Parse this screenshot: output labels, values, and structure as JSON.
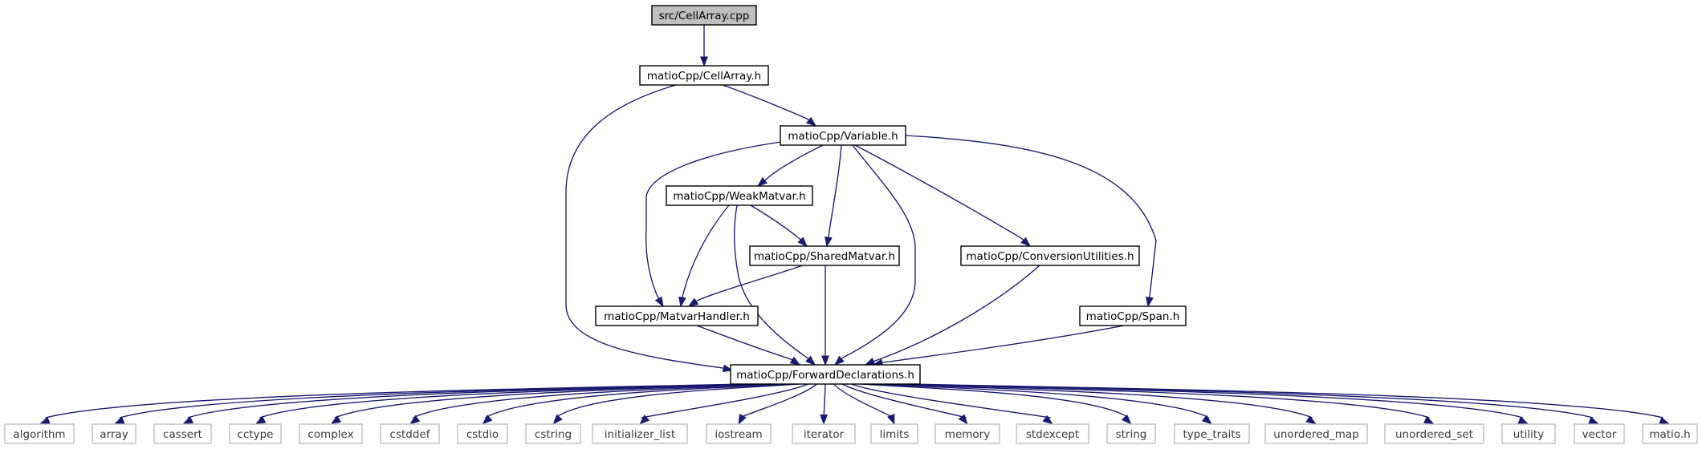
{
  "graph": {
    "colors": {
      "edge": "#191970",
      "root_fill": "#bfbfbf",
      "internal_border": "#000000",
      "external_border": "#bfbfbf",
      "external_text": "#3c3c3c"
    },
    "nodes": [
      {
        "id": "root",
        "label": "src/CellArray.cpp",
        "kind": "root"
      },
      {
        "id": "cellarray_h",
        "label": "matioCpp/CellArray.h",
        "kind": "internal"
      },
      {
        "id": "variable_h",
        "label": "matioCpp/Variable.h",
        "kind": "internal"
      },
      {
        "id": "weakmatvar_h",
        "label": "matioCpp/WeakMatvar.h",
        "kind": "internal"
      },
      {
        "id": "sharedmatvar_h",
        "label": "matioCpp/SharedMatvar.h",
        "kind": "internal"
      },
      {
        "id": "conversion_h",
        "label": "matioCpp/ConversionUtilities.h",
        "kind": "internal"
      },
      {
        "id": "matvarhandler_h",
        "label": "matioCpp/MatvarHandler.h",
        "kind": "internal"
      },
      {
        "id": "span_h",
        "label": "matioCpp/Span.h",
        "kind": "internal"
      },
      {
        "id": "forward_h",
        "label": "matioCpp/ForwardDeclarations.h",
        "kind": "internal"
      },
      {
        "id": "algorithm",
        "label": "algorithm",
        "kind": "external"
      },
      {
        "id": "array",
        "label": "array",
        "kind": "external"
      },
      {
        "id": "cassert",
        "label": "cassert",
        "kind": "external"
      },
      {
        "id": "cctype",
        "label": "cctype",
        "kind": "external"
      },
      {
        "id": "complex",
        "label": "complex",
        "kind": "external"
      },
      {
        "id": "cstddef",
        "label": "cstddef",
        "kind": "external"
      },
      {
        "id": "cstdio",
        "label": "cstdio",
        "kind": "external"
      },
      {
        "id": "cstring",
        "label": "cstring",
        "kind": "external"
      },
      {
        "id": "initializer_list",
        "label": "initializer_list",
        "kind": "external"
      },
      {
        "id": "iostream",
        "label": "iostream",
        "kind": "external"
      },
      {
        "id": "iterator",
        "label": "iterator",
        "kind": "external"
      },
      {
        "id": "limits",
        "label": "limits",
        "kind": "external"
      },
      {
        "id": "memory",
        "label": "memory",
        "kind": "external"
      },
      {
        "id": "stdexcept",
        "label": "stdexcept",
        "kind": "external"
      },
      {
        "id": "string",
        "label": "string",
        "kind": "external"
      },
      {
        "id": "type_traits",
        "label": "type_traits",
        "kind": "external"
      },
      {
        "id": "unordered_map",
        "label": "unordered_map",
        "kind": "external"
      },
      {
        "id": "unordered_set",
        "label": "unordered_set",
        "kind": "external"
      },
      {
        "id": "utility",
        "label": "utility",
        "kind": "external"
      },
      {
        "id": "vector",
        "label": "vector",
        "kind": "external"
      },
      {
        "id": "matio_h",
        "label": "matio.h",
        "kind": "external"
      }
    ],
    "edges": [
      {
        "from": "root",
        "to": "cellarray_h"
      },
      {
        "from": "cellarray_h",
        "to": "variable_h"
      },
      {
        "from": "cellarray_h",
        "to": "forward_h"
      },
      {
        "from": "variable_h",
        "to": "weakmatvar_h"
      },
      {
        "from": "variable_h",
        "to": "sharedmatvar_h"
      },
      {
        "from": "variable_h",
        "to": "conversion_h"
      },
      {
        "from": "variable_h",
        "to": "matvarhandler_h"
      },
      {
        "from": "variable_h",
        "to": "span_h"
      },
      {
        "from": "variable_h",
        "to": "forward_h"
      },
      {
        "from": "weakmatvar_h",
        "to": "sharedmatvar_h"
      },
      {
        "from": "weakmatvar_h",
        "to": "matvarhandler_h"
      },
      {
        "from": "weakmatvar_h",
        "to": "forward_h"
      },
      {
        "from": "sharedmatvar_h",
        "to": "matvarhandler_h"
      },
      {
        "from": "sharedmatvar_h",
        "to": "forward_h"
      },
      {
        "from": "conversion_h",
        "to": "forward_h"
      },
      {
        "from": "matvarhandler_h",
        "to": "forward_h"
      },
      {
        "from": "span_h",
        "to": "forward_h"
      },
      {
        "from": "forward_h",
        "to": "algorithm"
      },
      {
        "from": "forward_h",
        "to": "array"
      },
      {
        "from": "forward_h",
        "to": "cassert"
      },
      {
        "from": "forward_h",
        "to": "cctype"
      },
      {
        "from": "forward_h",
        "to": "complex"
      },
      {
        "from": "forward_h",
        "to": "cstddef"
      },
      {
        "from": "forward_h",
        "to": "cstdio"
      },
      {
        "from": "forward_h",
        "to": "cstring"
      },
      {
        "from": "forward_h",
        "to": "initializer_list"
      },
      {
        "from": "forward_h",
        "to": "iostream"
      },
      {
        "from": "forward_h",
        "to": "iterator"
      },
      {
        "from": "forward_h",
        "to": "limits"
      },
      {
        "from": "forward_h",
        "to": "memory"
      },
      {
        "from": "forward_h",
        "to": "stdexcept"
      },
      {
        "from": "forward_h",
        "to": "string"
      },
      {
        "from": "forward_h",
        "to": "type_traits"
      },
      {
        "from": "forward_h",
        "to": "unordered_map"
      },
      {
        "from": "forward_h",
        "to": "unordered_set"
      },
      {
        "from": "forward_h",
        "to": "utility"
      },
      {
        "from": "forward_h",
        "to": "vector"
      },
      {
        "from": "forward_h",
        "to": "matio_h"
      }
    ]
  }
}
